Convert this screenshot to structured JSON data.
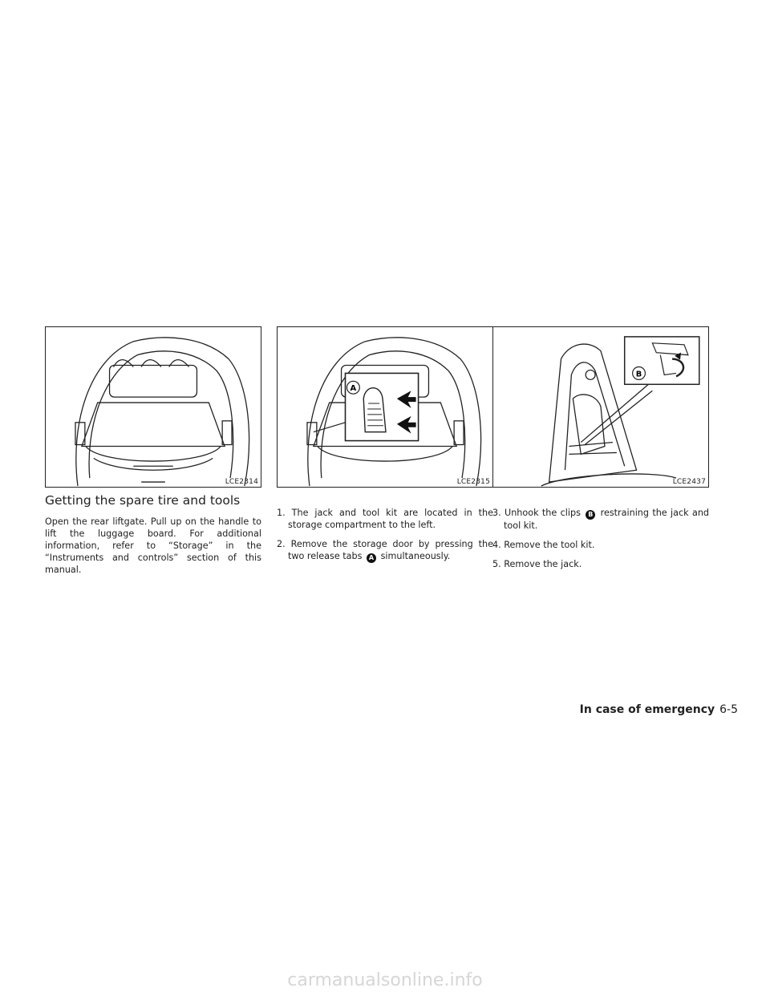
{
  "figures": [
    {
      "code": "LCE2314"
    },
    {
      "code": "LCE2315",
      "callout": "A"
    },
    {
      "code": "LCE2437",
      "callout": "B"
    }
  ],
  "section": {
    "title": "Getting the spare tire and tools",
    "intro": "Open the rear liftgate. Pull up on the handle to lift the luggage board. For additional information, refer to “Storage” in the “Instruments and controls” section of this manual."
  },
  "steps": [
    {
      "num": "1.",
      "text": "The jack and tool kit are located in the storage compartment to the left."
    },
    {
      "num": "2.",
      "text_before": "Remove the storage door by pressing the two release tabs",
      "marker": "A",
      "text_after": "simultaneously."
    },
    {
      "num": "3.",
      "text_before": "Unhook the clips",
      "marker": "B",
      "text_after": "restraining the jack and tool kit."
    },
    {
      "num": "4.",
      "text": "Remove the tool kit."
    },
    {
      "num": "5.",
      "text": "Remove the jack."
    }
  ],
  "footer": {
    "section": "In case of emergency",
    "page": "6-5"
  },
  "watermark": "carmanualsonline.info"
}
